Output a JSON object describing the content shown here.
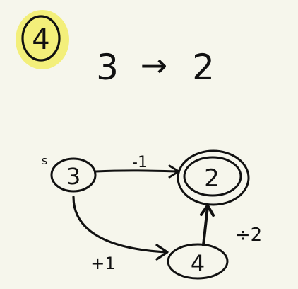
{
  "badge": {
    "number": "4",
    "highlight_color": "#f3ef7a"
  },
  "heading": {
    "from": "3",
    "arrow": "→",
    "to": "2"
  },
  "graph": {
    "start_marker": "s",
    "nodes": {
      "start": {
        "label": "3"
      },
      "goal": {
        "label": "2",
        "accepting": true
      },
      "mid": {
        "label": "4"
      }
    },
    "edges": {
      "start_to_goal": {
        "label": "-1"
      },
      "start_to_mid": {
        "label": "+1"
      },
      "mid_to_goal": {
        "label": "÷2"
      }
    }
  },
  "colors": {
    "ink": "#111111",
    "paper": "#f6f6ec"
  }
}
